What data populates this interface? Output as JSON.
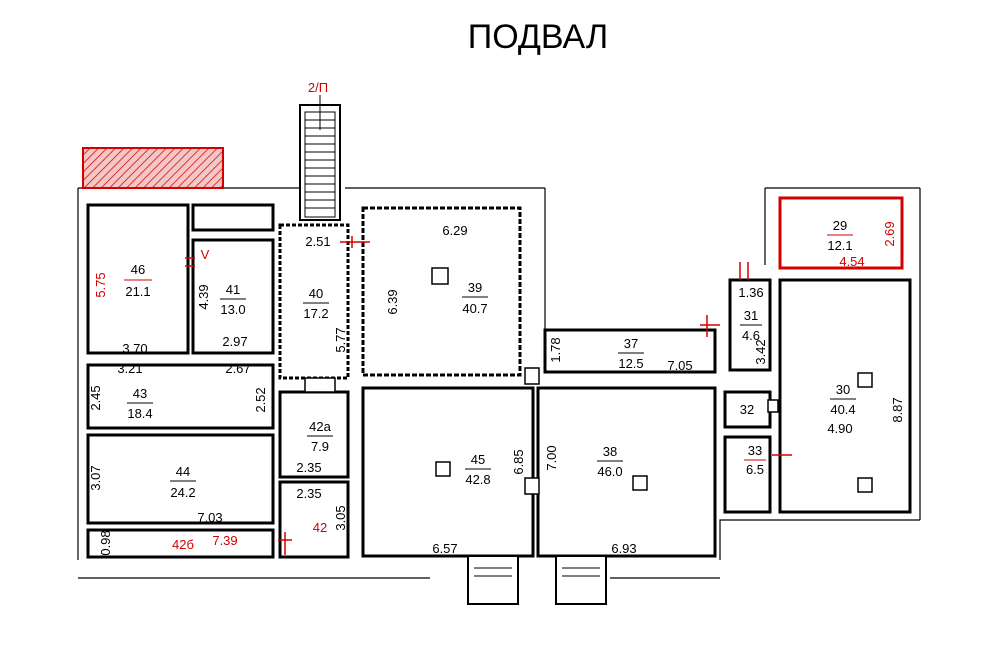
{
  "title": "ПОДВАЛ",
  "stair_label": "2/П",
  "rooms": [
    {
      "num": "46",
      "area": "21.1",
      "color": "#d40000"
    },
    {
      "num": "41",
      "area": "13.0",
      "color": "#000000"
    },
    {
      "num": "40",
      "area": "17.2",
      "color": "#000000"
    },
    {
      "num": "39",
      "area": "40.7",
      "color": "#000000"
    },
    {
      "num": "37",
      "area": "12.5",
      "color": "#000000"
    },
    {
      "num": "31",
      "area": "4.6",
      "color": "#000000"
    },
    {
      "num": "29",
      "area": "12.1",
      "color": "#d40000"
    },
    {
      "num": "43",
      "area": "18.4",
      "color": "#000000"
    },
    {
      "num": "42а",
      "area": "7.9",
      "color": "#000000"
    },
    {
      "num": "44",
      "area": "24.2",
      "color": "#000000"
    },
    {
      "num": "45",
      "area": "42.8",
      "color": "#000000"
    },
    {
      "num": "38",
      "area": "46.0",
      "color": "#000000"
    },
    {
      "num": "30",
      "area": "40.4",
      "color": "#000000"
    },
    {
      "num": "33",
      "area": "6.5",
      "color": "#d40000"
    }
  ],
  "single_labels": {
    "room_32": "32",
    "room_42": "42",
    "room_42b": "42б",
    "mark_v": "V"
  },
  "dimensions": [
    "5.75",
    "4.39",
    "3.70",
    "2.97",
    "2.51",
    "6.29",
    "6.39",
    "5.77",
    "1.78",
    "7.05",
    "1.36",
    "3.42",
    "2.69",
    "4.54",
    "3.21",
    "2.67",
    "2.45",
    "2.52",
    "2.35",
    "2.35",
    "3.07",
    "7.03",
    "0.98",
    "7.39",
    "3.05",
    "6.85",
    "7.00",
    "6.57",
    "6.93",
    "4.90",
    "8.87"
  ]
}
